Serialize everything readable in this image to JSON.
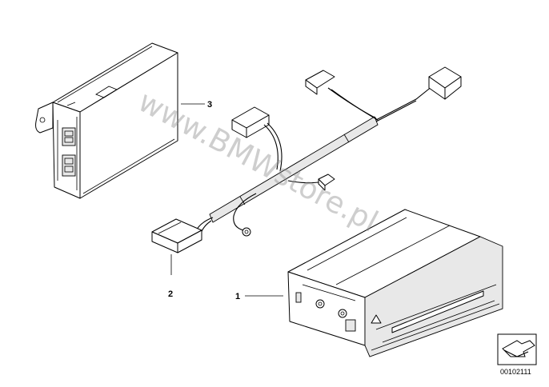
{
  "callouts": {
    "part_1": "1",
    "part_2": "2",
    "part_3": "3"
  },
  "watermark": "www.BMWstore.pl",
  "diagram_id": "00102111",
  "icons": {
    "navigation": "return-arrow-icon"
  },
  "colors": {
    "lines": "#000000",
    "background": "#ffffff",
    "watermark": "#8a8a8a"
  }
}
